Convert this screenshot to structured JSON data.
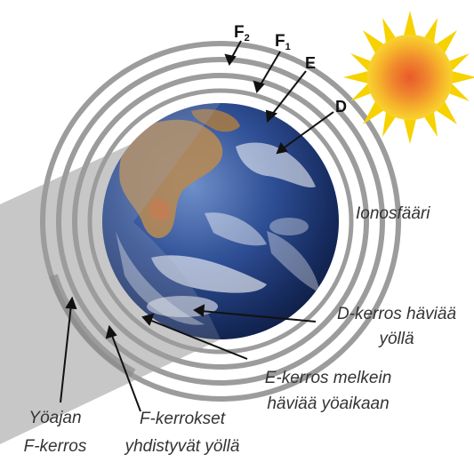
{
  "layers": {
    "f2": "F2",
    "f1": "F1",
    "e": "E",
    "d": "D"
  },
  "labels": {
    "ionosphere": "Ionosfääri",
    "d_night_line1": "D-kerros häviää",
    "d_night_line2": "yöllä",
    "e_night_line1": "E-kerros  melkein",
    "e_night_line2": "häviää yöaikaan",
    "f_merge_line1": "F-kerrokset",
    "f_merge_line2": "yhdistyvät yöllä",
    "night_f_line1": "Yöajan",
    "night_f_line2": "F-kerros"
  },
  "colors": {
    "ring": "#9c9c9c",
    "night_shadow": "#bdbdbd",
    "sun_outer": "#f6d200",
    "sun_core": "#e85f2a"
  }
}
